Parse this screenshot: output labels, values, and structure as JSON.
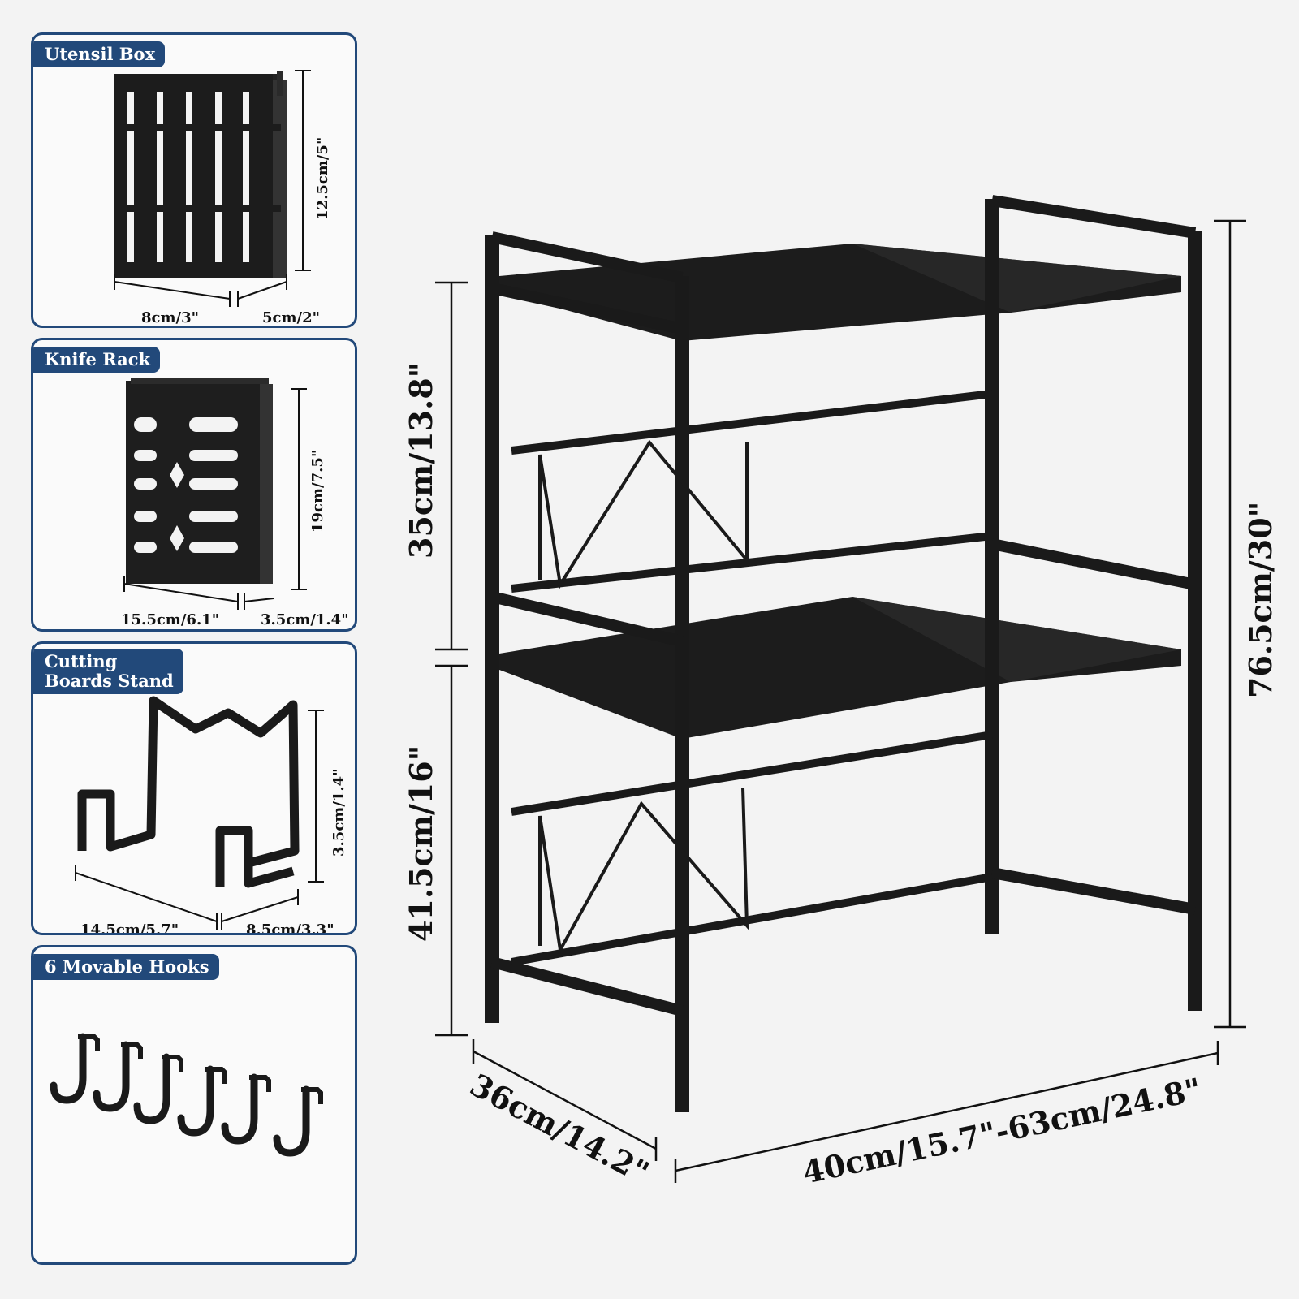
{
  "panels": [
    {
      "title": "Utensil Box",
      "dims": [
        "12.5cm/5\"",
        "8cm/3\"",
        "5cm/2\""
      ]
    },
    {
      "title": "Knife Rack",
      "dims": [
        "19cm/7.5\"",
        "15.5cm/6.1\"",
        "3.5cm/1.4\""
      ]
    },
    {
      "title": "Cutting\nBoards Stand",
      "dims": [
        "3.5cm/1.4\"",
        "14.5cm/5.7\"",
        "8.5cm/3.3\""
      ]
    },
    {
      "title": "6 Movable Hooks"
    }
  ],
  "rack": {
    "upper_height": "35cm/13.8\"",
    "lower_height": "41.5cm/16\"",
    "total_height": "76.5cm/30\"",
    "depth": "36cm/14.2\"",
    "width": "40cm/15.7\"-63cm/24.8\""
  },
  "colors": {
    "accent": "#22497a",
    "product": "#1a1a1a",
    "background": "#f3f3f3"
  }
}
